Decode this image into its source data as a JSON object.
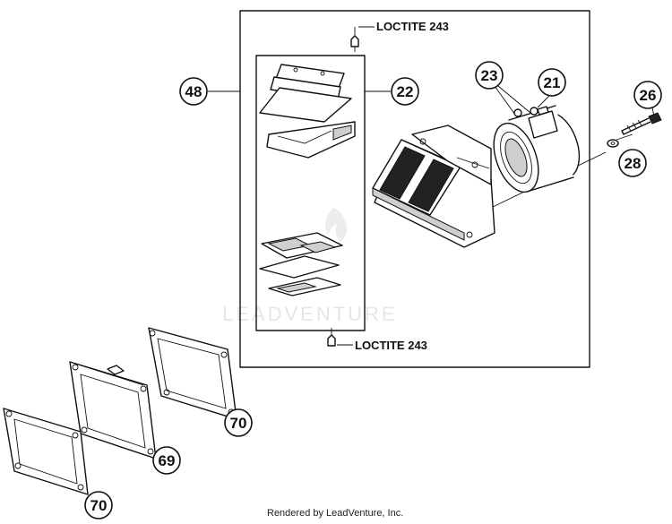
{
  "diagram": {
    "callouts": {
      "assembly": "48",
      "reed_kit": "22",
      "clamp_screws": "23",
      "intake_flange": "21",
      "screw": "26",
      "washer": "28",
      "gasket_top": "70",
      "gasket_middle": "69",
      "gasket_bottom": "70"
    },
    "notes": {
      "loctite_top": "LOCTITE 243",
      "loctite_bottom": "LOCTITE 243"
    },
    "watermark": "LEADVENTURE",
    "footer": "Rendered by LeadVenture, Inc."
  }
}
